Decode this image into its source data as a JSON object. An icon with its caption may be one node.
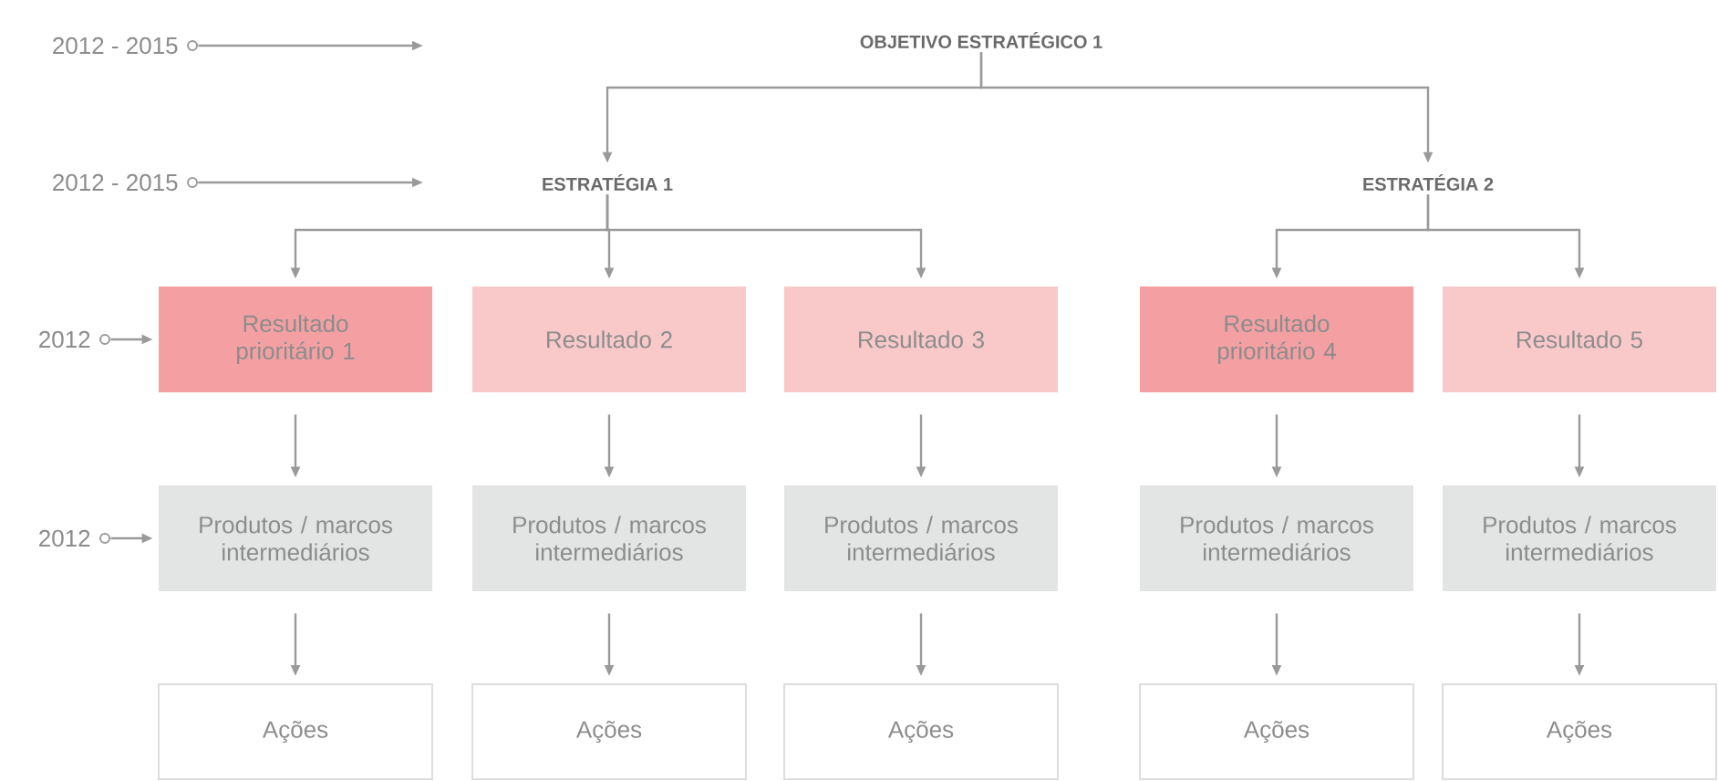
{
  "diagram": {
    "nodes": [
      {
        "text": [
          "OBJETIVO ESTRATÉGICO 1"
        ]
      },
      {
        "text": [
          "ESTRATÉGIA 1"
        ]
      },
      {
        "text": [
          "ESTRATÉGIA 2"
        ]
      },
      {
        "text": [
          "Resultado prioritário 1"
        ]
      },
      {
        "text": [
          "Resultado 2"
        ]
      },
      {
        "text": [
          "Resultado 3"
        ]
      },
      {
        "text": [
          "Resultado prioritário 4"
        ]
      },
      {
        "text": [
          "Resultado 5"
        ]
      },
      {
        "text": [
          "Produtos / marcos intermediários"
        ]
      },
      {
        "text": [
          "Produtos / marcos intermediários"
        ]
      },
      {
        "text": [
          "Produtos / marcos intermediários"
        ]
      },
      {
        "text": [
          "Produtos / marcos intermediários"
        ]
      },
      {
        "text": [
          "Produtos / marcos intermediários"
        ]
      },
      {
        "text": [
          "Ações"
        ]
      },
      {
        "text": [
          "Ações"
        ]
      },
      {
        "text": [
          "Ações"
        ]
      },
      {
        "text": [
          "Ações"
        ]
      },
      {
        "text": [
          "Ações"
        ]
      },
      {
        "text": [
          "2012 - 2015"
        ]
      },
      {
        "text": [
          "2012 - 2015"
        ]
      },
      {
        "text": [
          "2012"
        ]
      },
      {
        "text": [
          "2012"
        ]
      }
    ],
    "edges": [
      {
        "from": 0,
        "to": 1,
        "arrow": "to"
      },
      {
        "from": 0,
        "to": 2,
        "arrow": "to"
      },
      {
        "from": 1,
        "to": 3,
        "arrow": "to"
      },
      {
        "from": 1,
        "to": 4,
        "arrow": "to"
      },
      {
        "from": 1,
        "to": 5,
        "arrow": "to"
      },
      {
        "from": 2,
        "to": 6,
        "arrow": "to"
      },
      {
        "from": 2,
        "to": 7,
        "arrow": "to"
      },
      {
        "from": 3,
        "to": 8,
        "arrow": "to"
      },
      {
        "from": 4,
        "to": 9,
        "arrow": "to"
      },
      {
        "from": 5,
        "to": 10,
        "arrow": "to"
      },
      {
        "from": 6,
        "to": 11,
        "arrow": "to"
      },
      {
        "from": 7,
        "to": 12,
        "arrow": "to"
      },
      {
        "from": 8,
        "to": 13,
        "arrow": "to"
      },
      {
        "from": 9,
        "to": 14,
        "arrow": "to"
      },
      {
        "from": 10,
        "to": 15,
        "arrow": "to"
      },
      {
        "from": 11,
        "to": 16,
        "arrow": "to"
      },
      {
        "from": 12,
        "to": 17,
        "arrow": "to"
      },
      {
        "from": 18,
        "to": null,
        "arrow": "to"
      },
      {
        "from": 19,
        "to": null,
        "arrow": "to"
      },
      {
        "from": 20,
        "to": 3,
        "arrow": "to"
      },
      {
        "from": 21,
        "to": 8,
        "arrow": "to"
      }
    ]
  }
}
